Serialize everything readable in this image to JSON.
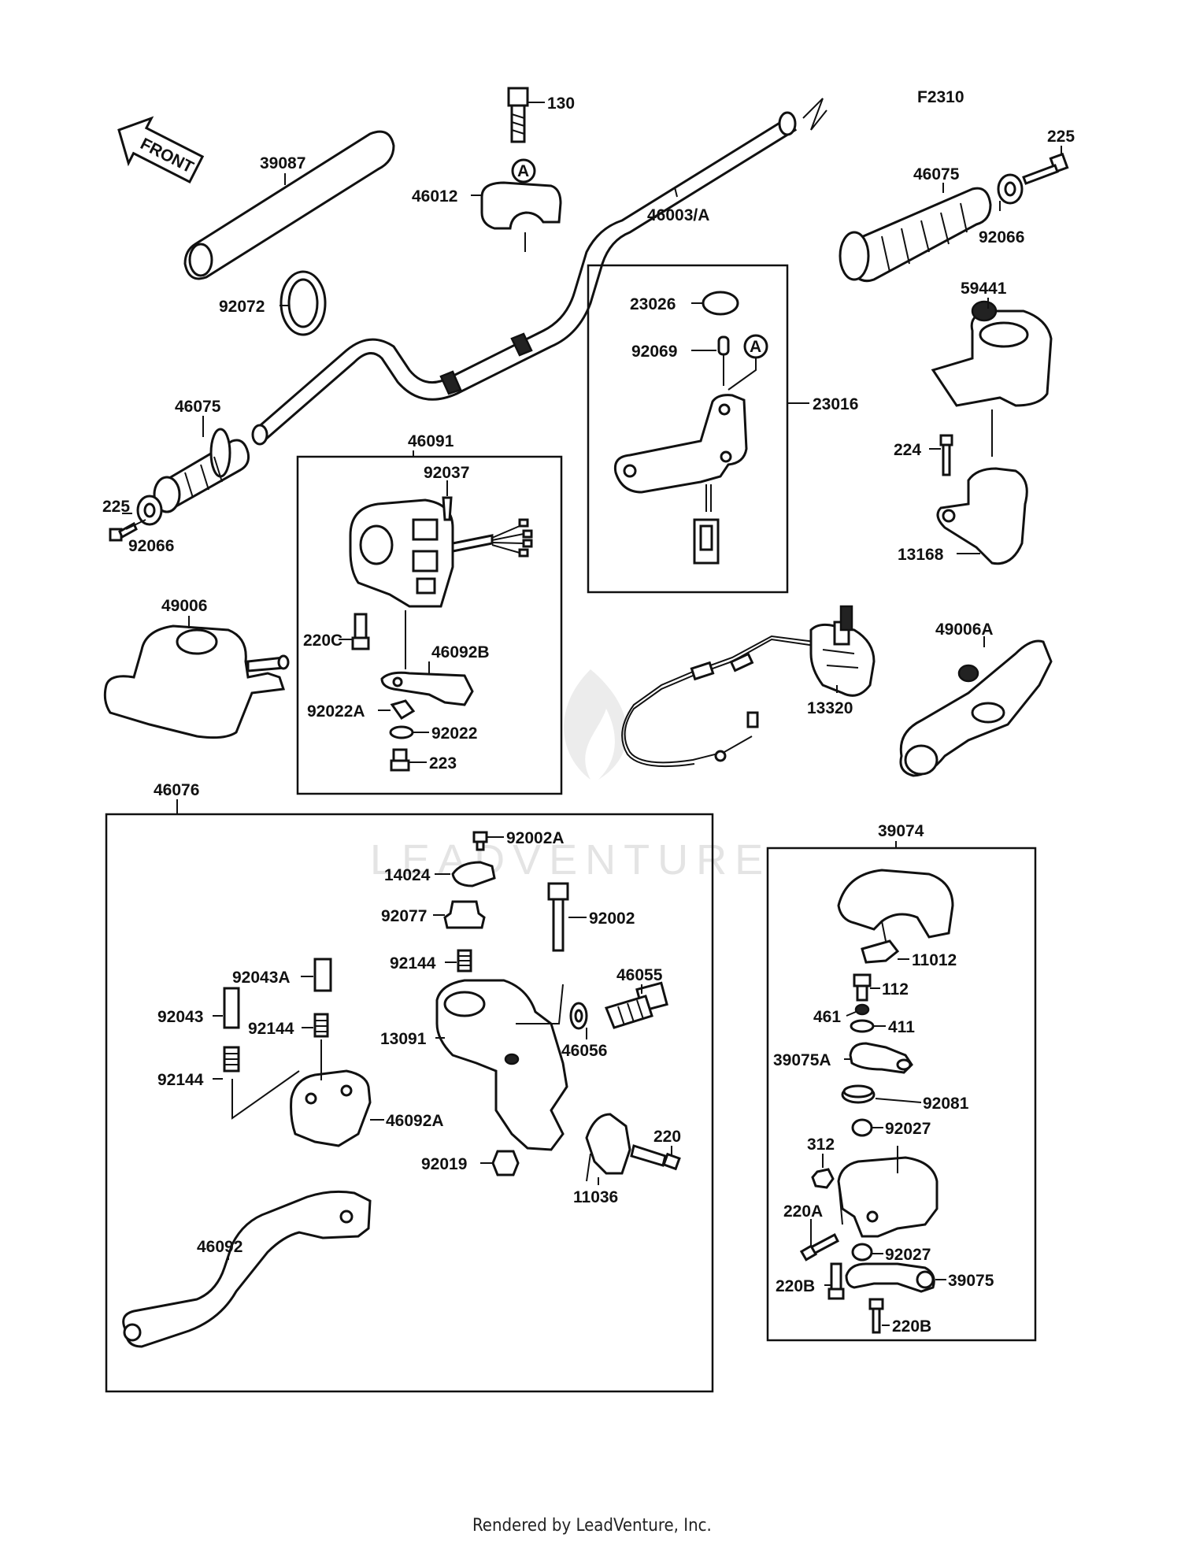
{
  "diagram_code": "F2310",
  "front_label": "FRONT",
  "circle_ref": "A",
  "watermark": "LEADVENTURE",
  "footer": "Rendered by LeadVenture, Inc.",
  "labels": {
    "p130": "130",
    "p39087": "39087",
    "p46012": "46012",
    "p46003A": "46003/A",
    "p225r": "225",
    "p46075r": "46075",
    "p92066r": "92066",
    "p92072": "92072",
    "p23026": "23026",
    "p92069": "92069",
    "p23016": "23016",
    "p59441": "59441",
    "p46075l": "46075",
    "p225l": "225",
    "p92066l": "92066",
    "p46091": "46091",
    "p92037": "92037",
    "p224": "224",
    "p13168": "13168",
    "p49006": "49006",
    "p220C": "220C",
    "p46092B": "46092B",
    "p92022A": "92022A",
    "p92022": "92022",
    "p223": "223",
    "p13320": "13320",
    "p49006A": "49006A",
    "p46076": "46076",
    "p92002A": "92002A",
    "p14024": "14024",
    "p92077": "92077",
    "p92002": "92002",
    "p92144a": "92144",
    "p92043A": "92043A",
    "p46055": "46055",
    "p92043": "92043",
    "p92144b": "92144",
    "p13091": "13091",
    "p46056": "46056",
    "p92144c": "92144",
    "p46092A": "46092A",
    "p220": "220",
    "p92019": "92019",
    "p11036": "11036",
    "p46092": "46092",
    "p39074": "39074",
    "p11012": "11012",
    "p112": "112",
    "p461": "461",
    "p411": "411",
    "p39075A": "39075A",
    "p92081": "92081",
    "p92027a": "92027",
    "p312": "312",
    "p220A": "220A",
    "p92027b": "92027",
    "p220B1": "220B",
    "p39075": "39075",
    "p220B2": "220B"
  }
}
